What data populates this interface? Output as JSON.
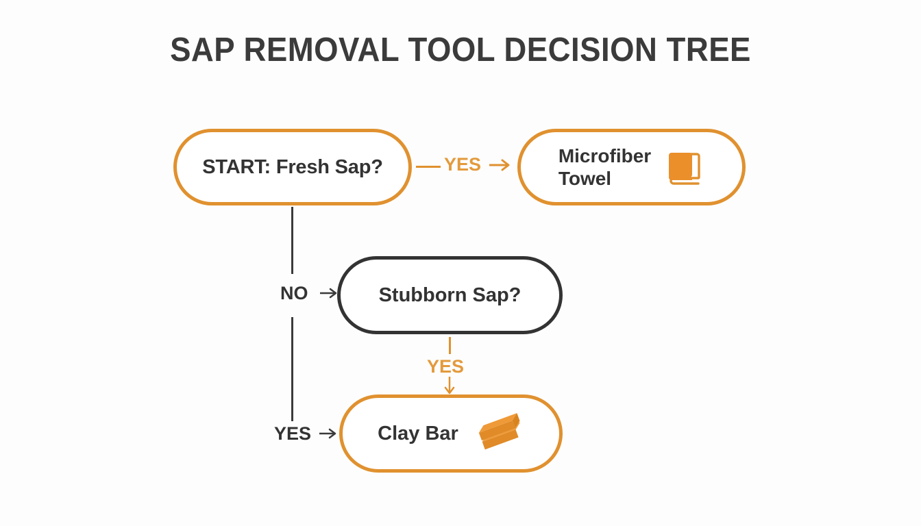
{
  "page": {
    "title": "SAP REMOVAL TOOL DECISION TREE",
    "background_color": "#fdfdfd"
  },
  "theme": {
    "accent_orange": "#e0912f",
    "accent_orange_text": "#e39a3c",
    "dark": "#333333",
    "node_fill": "#ffffff"
  },
  "diagram_data": {
    "type": "flowchart",
    "title": "SAP REMOVAL TOOL DECISION TREE",
    "nodes": [
      {
        "id": "start",
        "label": "START: Fresh Sap?",
        "shape": "pill",
        "role": "decision",
        "border_color": "#e0912f",
        "icon": null
      },
      {
        "id": "microfiber_towel",
        "label": "Microfiber\nTowel",
        "shape": "pill",
        "role": "outcome",
        "border_color": "#e0912f",
        "icon": "folded-towel-icon"
      },
      {
        "id": "stubborn_sap",
        "label": "Stubborn Sap?",
        "shape": "pill",
        "role": "decision",
        "border_color": "#333333",
        "icon": null
      },
      {
        "id": "clay_bar",
        "label": "Clay Bar",
        "shape": "pill",
        "role": "outcome",
        "border_color": "#e0912f",
        "icon": "clay-bar-icon"
      }
    ],
    "edges": [
      {
        "id": "e1",
        "from": "start",
        "to": "microfiber_towel",
        "label": "YES",
        "color": "#e0912f",
        "direction": "right"
      },
      {
        "id": "e2",
        "from": "start",
        "to": "stubborn_sap",
        "label": "NO",
        "color": "#3a3a3a",
        "direction": "down-right"
      },
      {
        "id": "e3",
        "from": "stubborn_sap",
        "to": "clay_bar",
        "label": "YES",
        "color": "#e0912f",
        "direction": "down"
      },
      {
        "id": "e4",
        "from": "start",
        "to": "clay_bar",
        "label": "YES",
        "color": "#3a3a3a",
        "direction": "down-right"
      }
    ]
  }
}
